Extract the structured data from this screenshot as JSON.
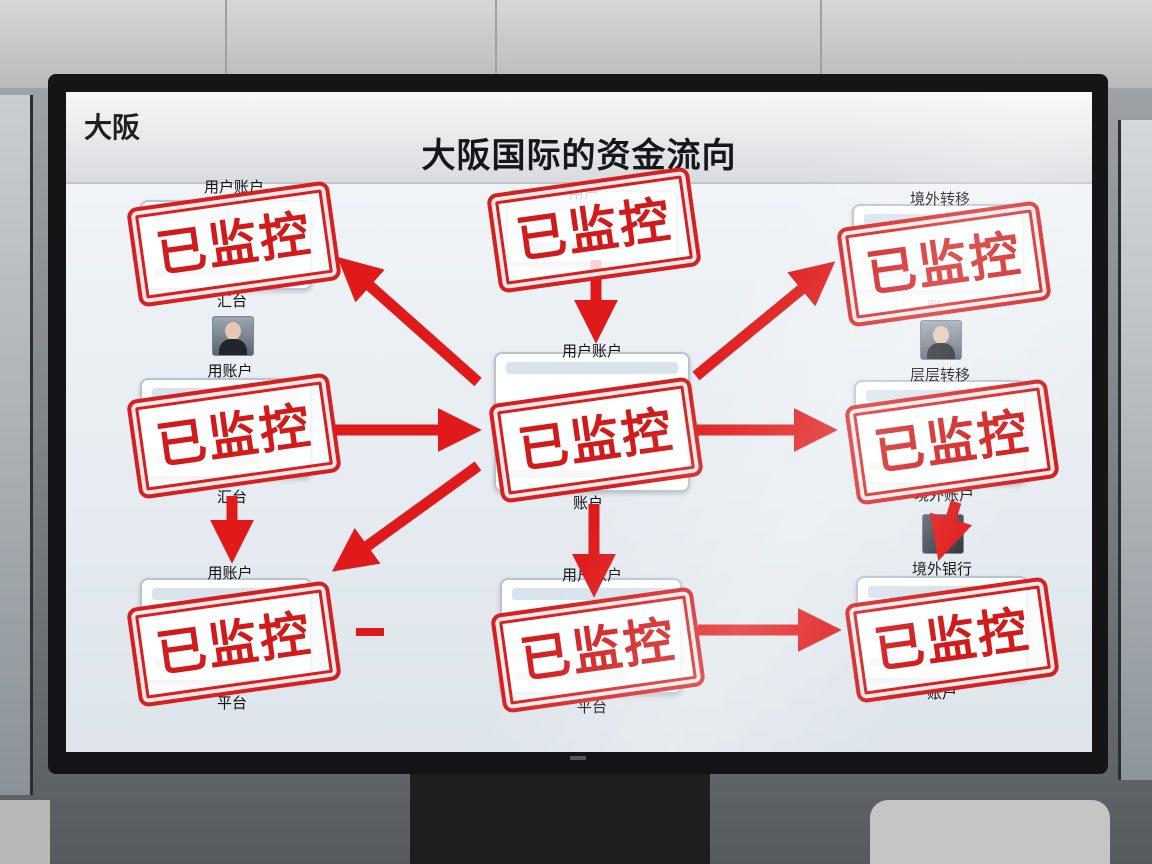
{
  "screen": {
    "corner_label": "大阪",
    "title": "大阪国际的资金流向"
  },
  "stamp_text": "已监控",
  "labels": {
    "top_left_top": "用户账户",
    "top_left_bottom": "汇台",
    "mid_left_top": "用账户",
    "mid_left_bottom": "汇台",
    "bot_left_top": "用账户",
    "bot_left_bottom": "平台",
    "top_center_top": "用户",
    "center_top": "用户账户",
    "center_bottom": "账户",
    "bot_center_top": "用户账户",
    "bot_center_bottom": "平台",
    "top_right_top": "境外转移",
    "top_right_bottom": "账户",
    "mid_right_top": "层层转移",
    "mid_right_bottom": "境外账户",
    "bot_right_top": "境外银行",
    "bot_right_bottom": "账户"
  },
  "colors": {
    "stamp_red": "#d42020",
    "arrow_red": "#e01a1a"
  }
}
